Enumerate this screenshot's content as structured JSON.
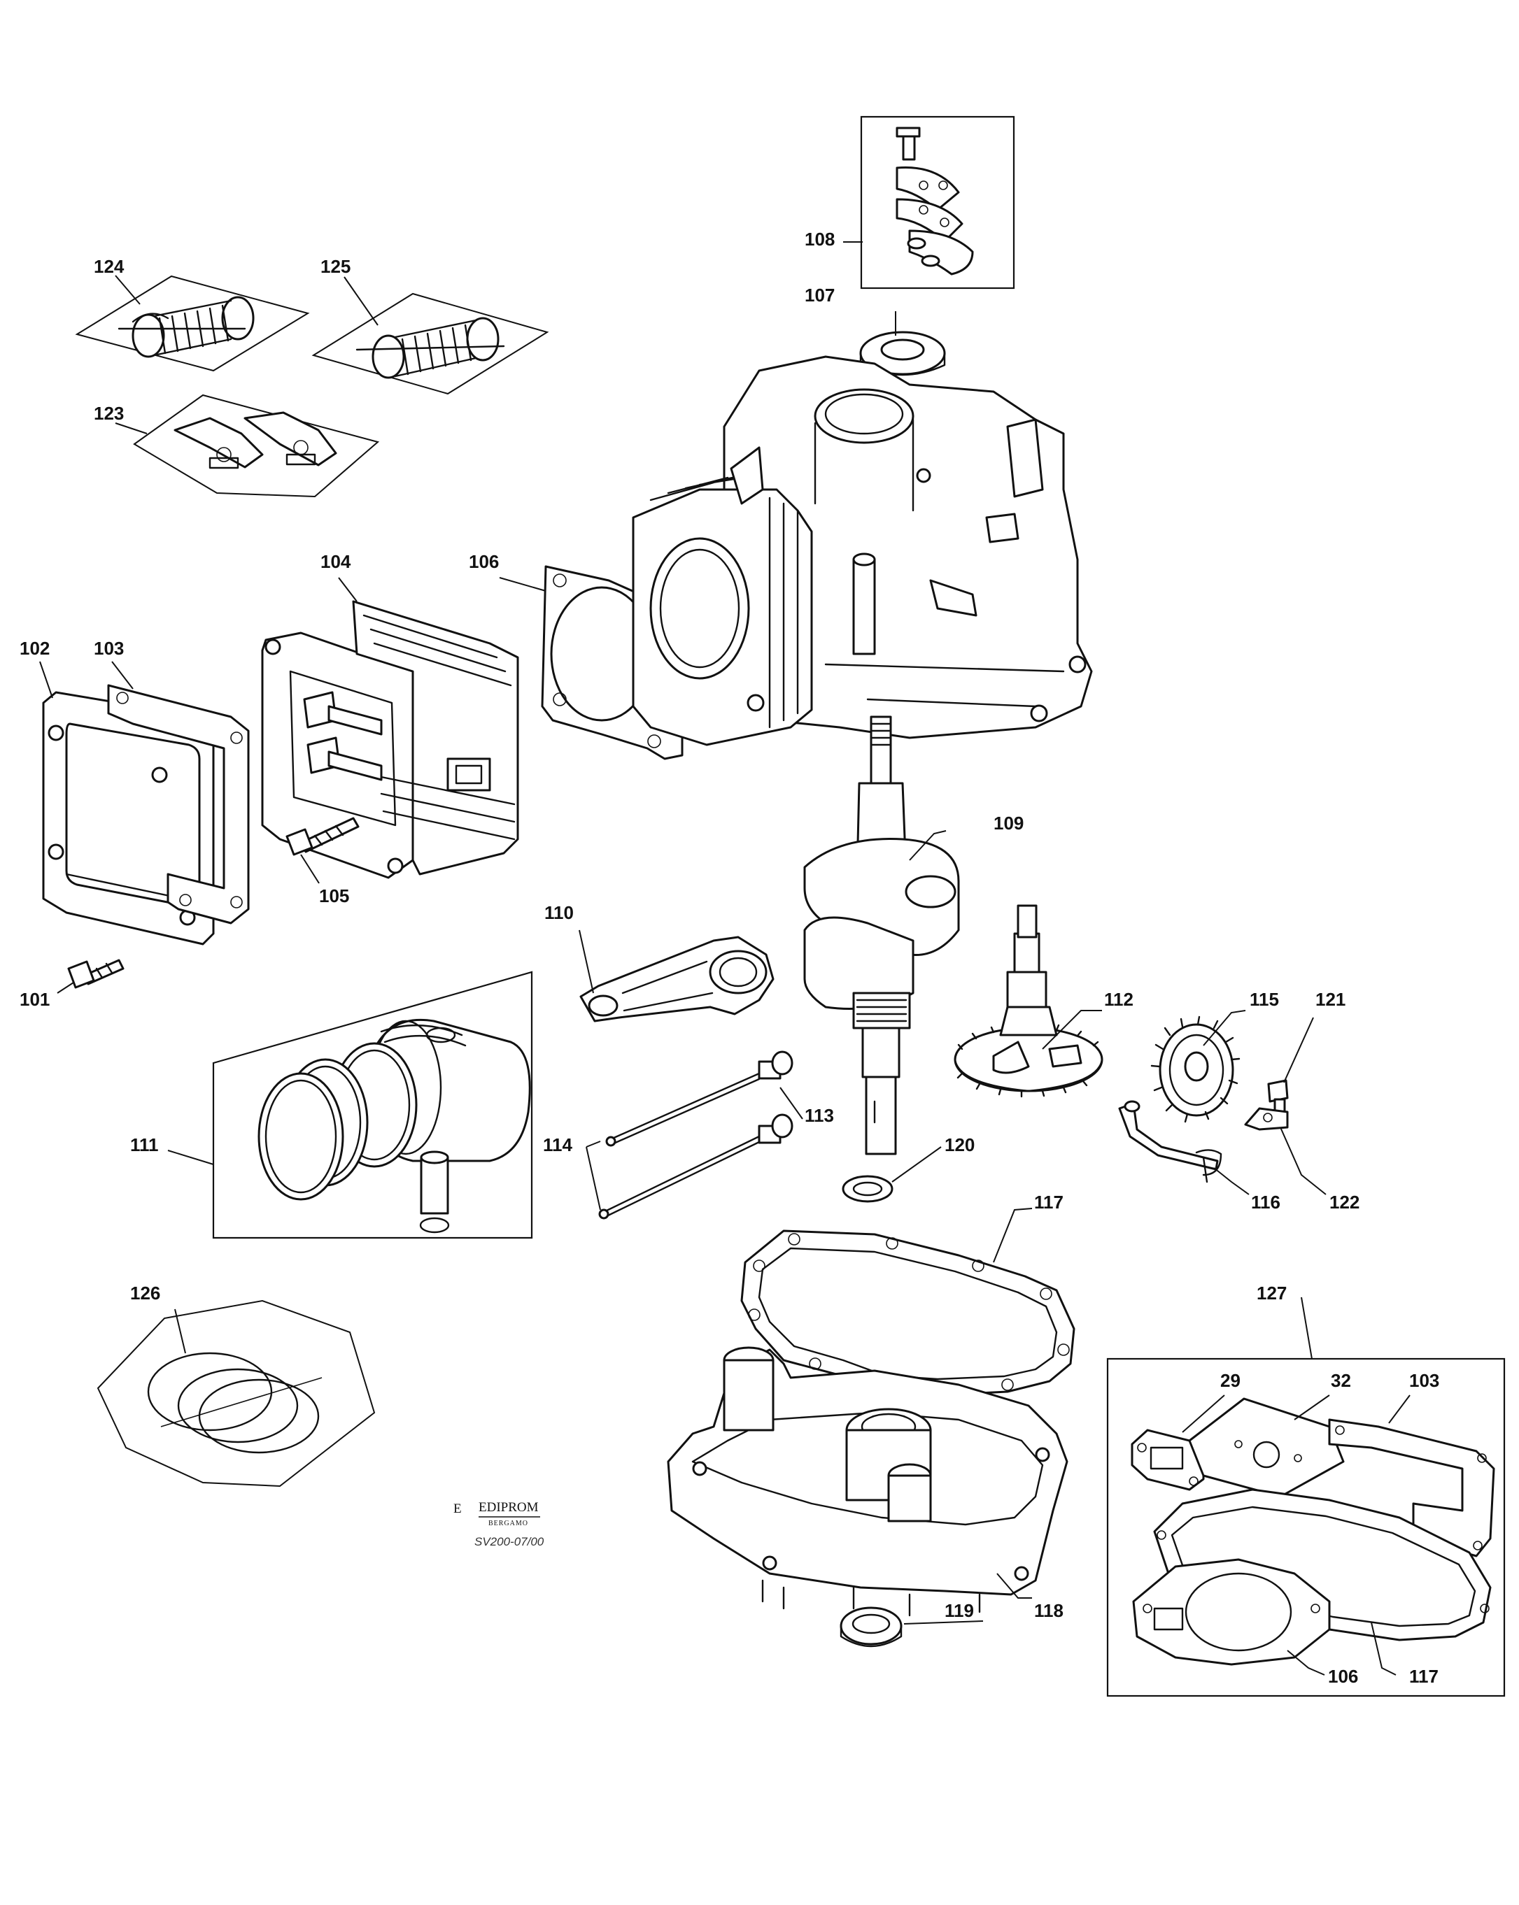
{
  "diagram": {
    "labels": {
      "l101": "101",
      "l102": "102",
      "l103": "103",
      "l104": "104",
      "l105": "105",
      "l106": "106",
      "l107": "107",
      "l108": "108",
      "l109": "109",
      "l110": "110",
      "l111": "111",
      "l112": "112",
      "l113": "113",
      "l114": "114",
      "l115": "115",
      "l116": "116",
      "l117": "117",
      "l118": "118",
      "l119": "119",
      "l120": "120",
      "l121": "121",
      "l122": "122",
      "l123": "123",
      "l124": "124",
      "l125": "125",
      "l126": "126",
      "l127": "127",
      "k29": "29",
      "k32": "32",
      "k103": "103",
      "k106": "106",
      "k117": "117"
    },
    "logo": {
      "brand": "EDIPROM",
      "city": "BERGAMO",
      "mark": "E"
    },
    "drawing_code": "SV200-07/00"
  }
}
